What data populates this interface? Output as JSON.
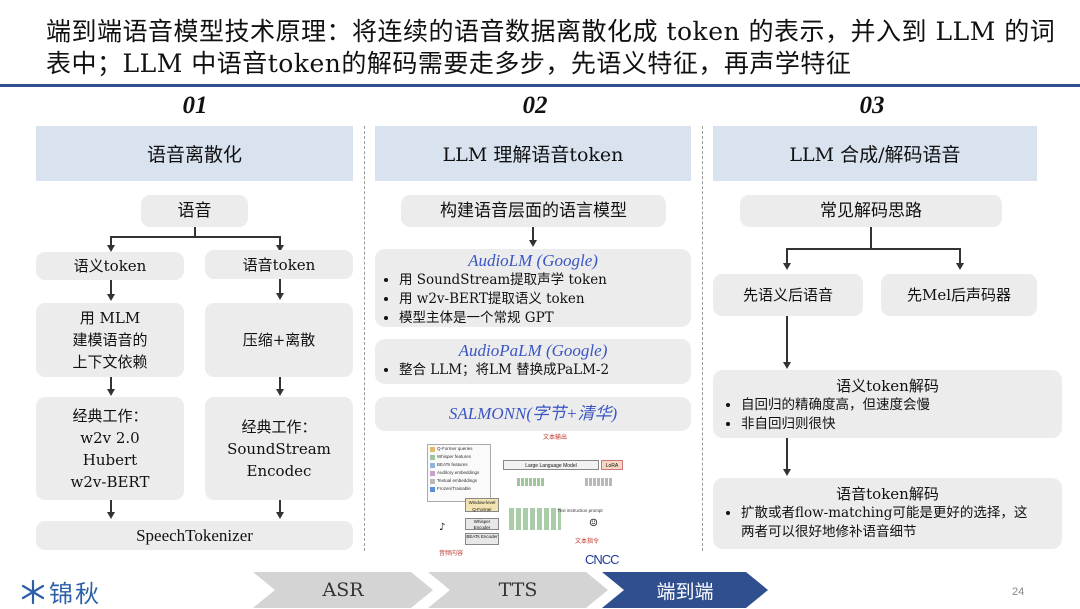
{
  "title": "端到端语音模型技术原理：将连续的语音数据离散化成 token 的表示，并入到 LLM 的词表中；LLM 中语音token的解码需要走多步，先语义特征，再声学特征",
  "columns": [
    {
      "num": "01",
      "head": "语音离散化",
      "root": "语音",
      "left_branch": {
        "token": "语义token",
        "process": "用 MLM\n建模语音的\n上下文依赖",
        "work": "经典工作：\nw2v 2.0\nHubert\nw2v-BERT"
      },
      "right_branch": {
        "token": "语音token",
        "process": "压缩+离散",
        "work": "经典工作：\nSoundStream\nEncodec"
      },
      "bottom": "SpeechTokenizer"
    },
    {
      "num": "02",
      "head": "LLM 理解语音token",
      "root": "构建语音层面的语言模型",
      "audiolm": {
        "title": "AudioLM (Google)",
        "bullets": [
          "用 SoundStream提取声学 token",
          "用 w2v-BERT提取语义 token",
          "模型主体是一个常规 GPT"
        ]
      },
      "audiopalm": {
        "title": "AudioPaLM (Google)",
        "bullets": [
          "整合 LLM；将LM 替换成PaLM-2"
        ]
      },
      "salmonn": {
        "title": "SALMONN(字节+清华)"
      },
      "diagram": {
        "top_label": "文本输出",
        "legend": [
          "Q-Former queries",
          "Whisper features",
          "BEATs features",
          "Auditory embeddings",
          "Textual embeddings",
          "Frozen/Trainable"
        ],
        "llm": "Large Language Model",
        "lora": "LoRA",
        "qformer": "Window-level Q-Former",
        "whisper": "Whisper Encoder",
        "beats": "BEATs Encoder",
        "text_prompt": "Text instruction prompt",
        "bottom_left": "音频内容",
        "bottom_right": "文本指令"
      },
      "logo": "CNCC"
    },
    {
      "num": "03",
      "head": "LLM 合成/解码语音",
      "root": "常见解码思路",
      "left": "先语义后语音",
      "right": "先Mel后声码器",
      "semantic": {
        "title": "语义token解码",
        "bullets": [
          "自回归的精确度高，但速度会慢",
          "非自回归则很快"
        ]
      },
      "speech": {
        "title": "语音token解码",
        "bullets": [
          "扩散或者flow-matching可能是更好的选择，这两者可以很好地修补语音细节"
        ]
      }
    }
  ],
  "footer": {
    "logo": "锦秋",
    "tabs": [
      "ASR",
      "TTS",
      "端到端"
    ],
    "active_tab": "端到端",
    "page": "24"
  },
  "colors": {
    "accent": "#2f4f8f",
    "head_bg": "#d9e2ef",
    "box_bg": "#ececec",
    "blue_title": "#3a55c4",
    "active_tab": "#2f4f8f"
  }
}
